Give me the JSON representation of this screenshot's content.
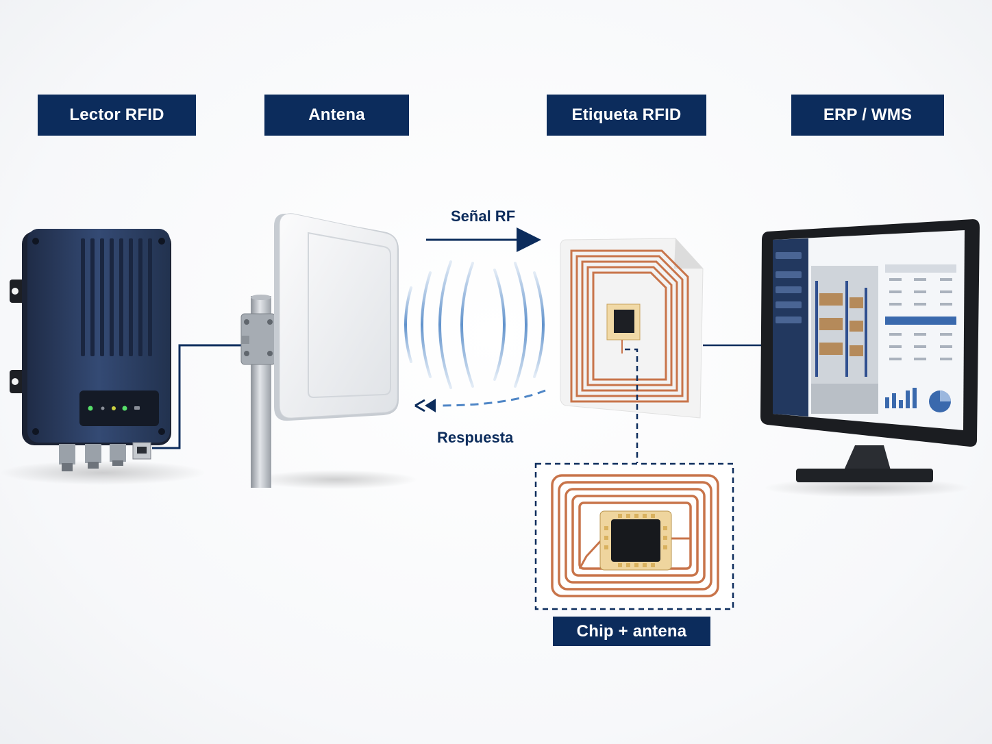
{
  "labels": {
    "reader": "Lector RFID",
    "antenna": "Antena",
    "tag": "Etiqueta RFID",
    "erp": "ERP / WMS",
    "chip": "Chip + antena"
  },
  "flows": {
    "signal": "Señal RF",
    "response": "Respuesta"
  },
  "colors": {
    "navy": "#0c2c5c",
    "copper": "#c8744a",
    "wave_blue": "#4f86c6",
    "reader_body": "#2c3e63"
  },
  "icons": [
    "rfid-reader-icon",
    "panel-antenna-icon",
    "rfid-tag-icon",
    "monitor-icon",
    "chip-icon"
  ]
}
